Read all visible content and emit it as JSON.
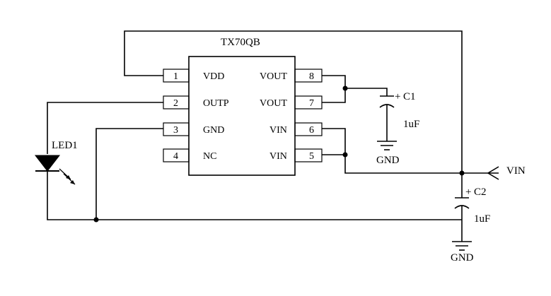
{
  "ic": {
    "name": "TX70QB",
    "pins": [
      {
        "num": "1",
        "label": "VDD"
      },
      {
        "num": "2",
        "label": "OUTP"
      },
      {
        "num": "3",
        "label": "GND"
      },
      {
        "num": "4",
        "label": "NC"
      },
      {
        "num": "8",
        "label": "VOUT"
      },
      {
        "num": "7",
        "label": "VOUT"
      },
      {
        "num": "6",
        "label": "VIN"
      },
      {
        "num": "5",
        "label": "VIN"
      }
    ]
  },
  "led": {
    "label": "LED1"
  },
  "c1": {
    "label": "C1",
    "value": "1uF",
    "plus": "+",
    "gnd": "GND"
  },
  "c2": {
    "label": "C2",
    "value": "1uF",
    "plus": "+",
    "gnd": "GND"
  },
  "vin": {
    "label": "VIN"
  }
}
